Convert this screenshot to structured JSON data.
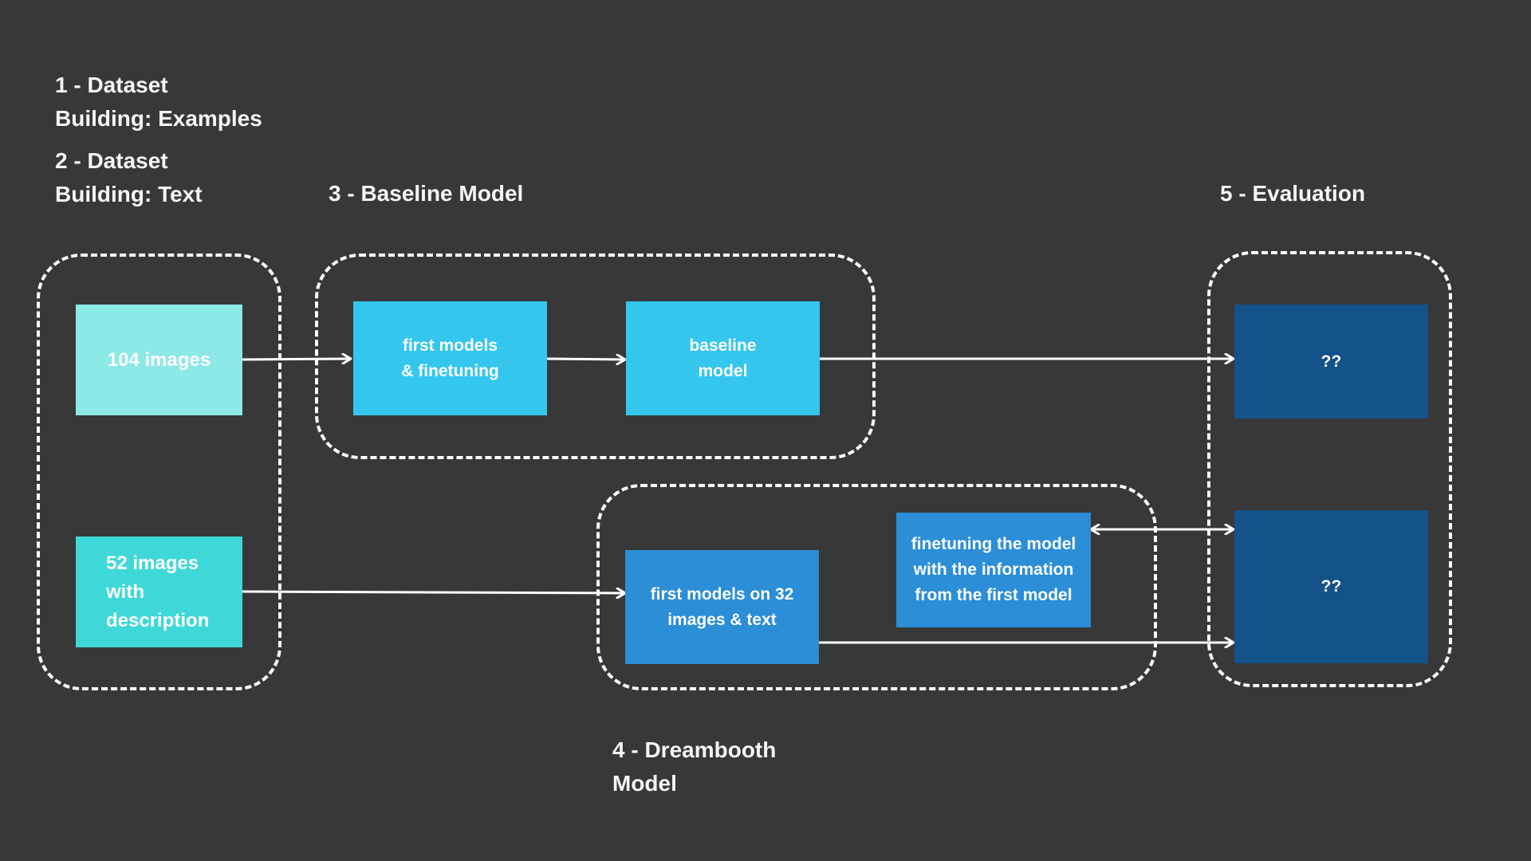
{
  "sections": {
    "dataset_examples": "1 - Dataset\nBuilding: Examples",
    "dataset_text": "2 - Dataset\nBuilding: Text",
    "baseline": "3 - Baseline Model",
    "dreambooth": "4 - Dreambooth\nModel",
    "evaluation": "5 - Evaluation"
  },
  "nodes": {
    "images_104": "104 images",
    "images_52": "52 images\nwith\ndescription",
    "first_models_finetuning": "first models\n& finetuning",
    "baseline_model": "baseline\nmodel",
    "first_models_32": "first models on 32\nimages & text",
    "finetuning_info": "finetuning the model\nwith the information\nfrom the first model",
    "eval_top": "??",
    "eval_bottom": "??"
  },
  "colors": {
    "background": "#383838",
    "images_104": "#8DE8E8",
    "images_52": "#3FD8D8",
    "baseline_blocks": "#35C6EE",
    "dreambooth_blocks": "#2B8ED6",
    "evaluation_blocks": "#14528A",
    "lines": "#FFFFFF"
  }
}
